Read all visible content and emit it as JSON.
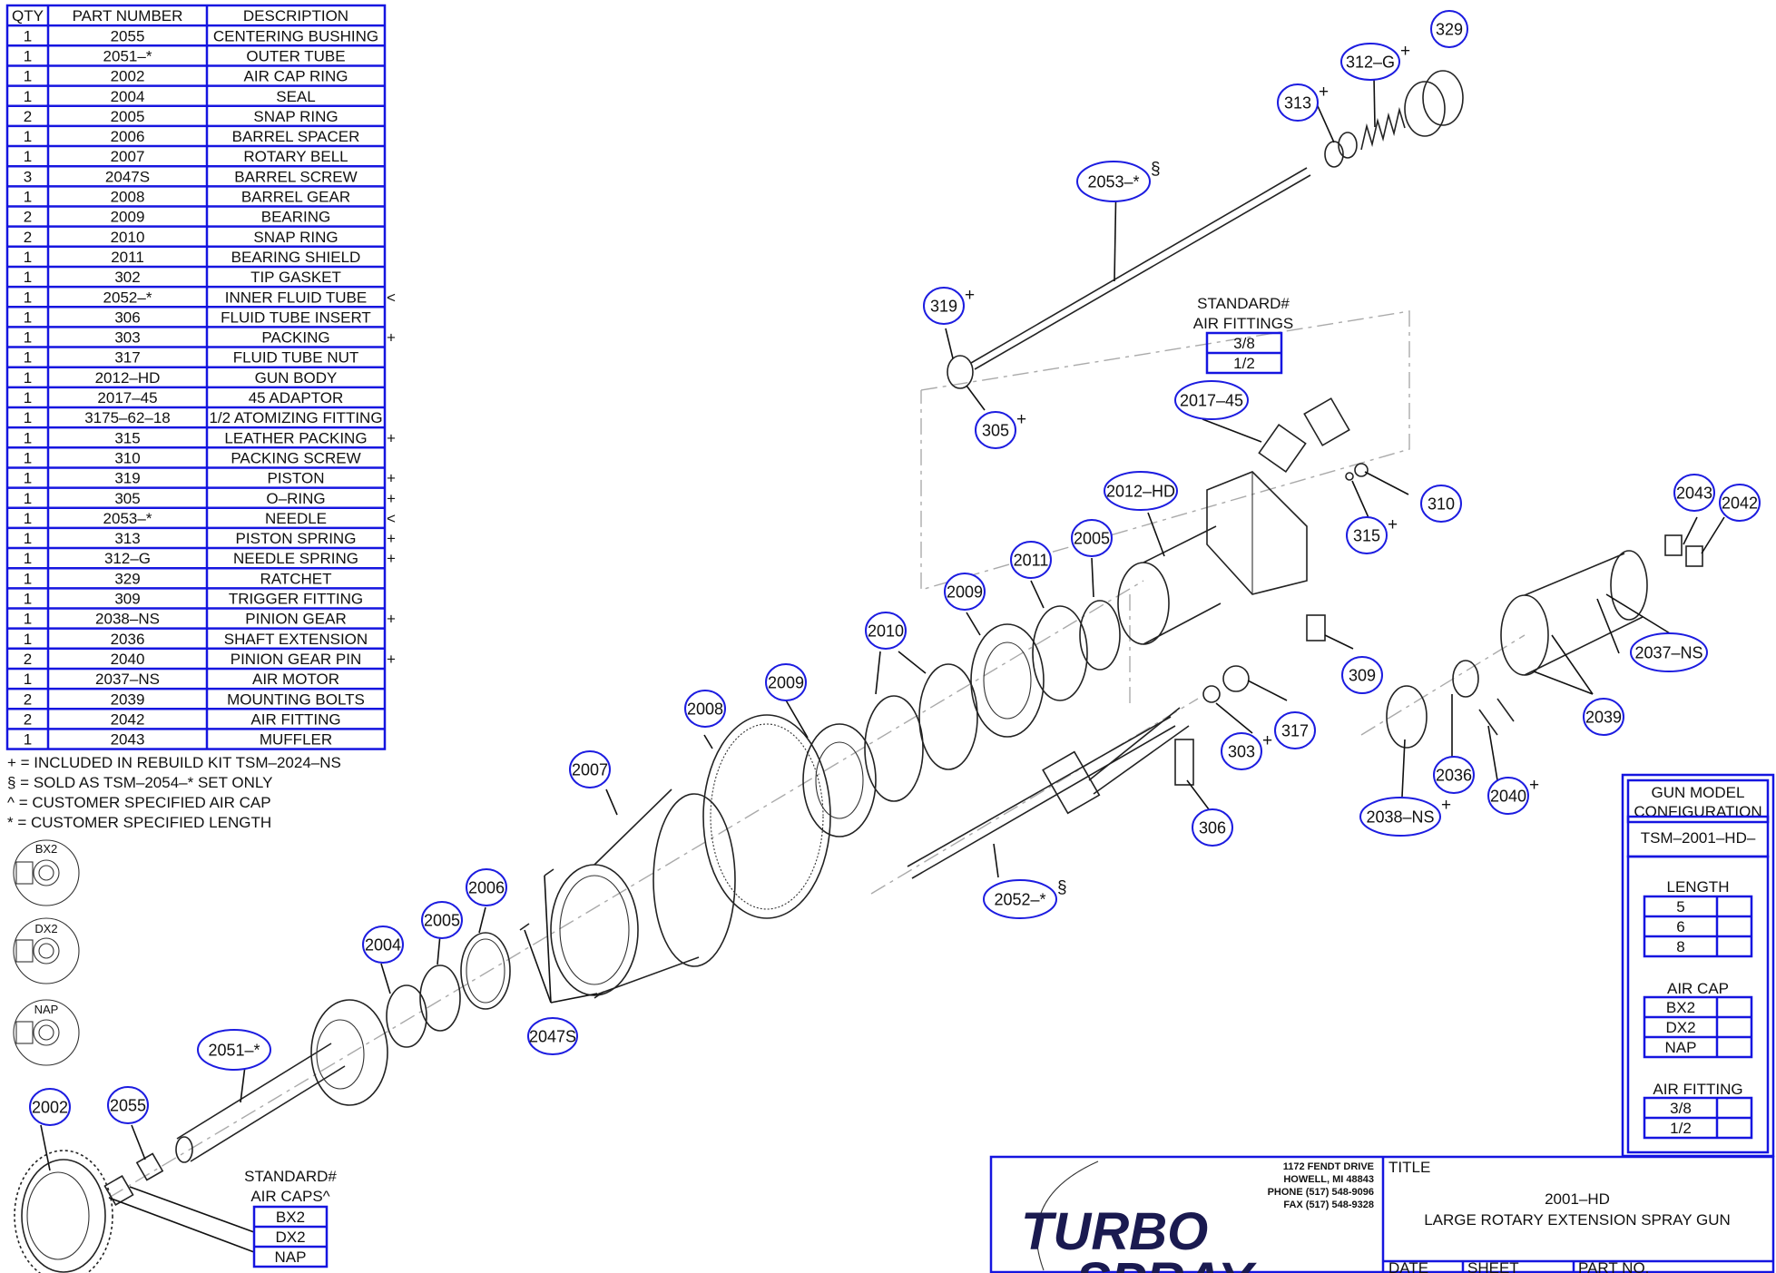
{
  "parts_list": {
    "headers": [
      "QTY",
      "PART NUMBER",
      "DESCRIPTION"
    ],
    "rows": [
      {
        "qty": "1",
        "part": "2055",
        "desc": "CENTERING BUSHING",
        "mark": ""
      },
      {
        "qty": "1",
        "part": "2051–*",
        "desc": "OUTER TUBE",
        "mark": ""
      },
      {
        "qty": "1",
        "part": "2002",
        "desc": "AIR CAP RING",
        "mark": ""
      },
      {
        "qty": "1",
        "part": "2004",
        "desc": "SEAL",
        "mark": ""
      },
      {
        "qty": "2",
        "part": "2005",
        "desc": "SNAP RING",
        "mark": ""
      },
      {
        "qty": "1",
        "part": "2006",
        "desc": "BARREL SPACER",
        "mark": ""
      },
      {
        "qty": "1",
        "part": "2007",
        "desc": "ROTARY BELL",
        "mark": ""
      },
      {
        "qty": "3",
        "part": "2047S",
        "desc": "BARREL SCREW",
        "mark": ""
      },
      {
        "qty": "1",
        "part": "2008",
        "desc": "BARREL GEAR",
        "mark": ""
      },
      {
        "qty": "2",
        "part": "2009",
        "desc": "BEARING",
        "mark": ""
      },
      {
        "qty": "2",
        "part": "2010",
        "desc": "SNAP RING",
        "mark": ""
      },
      {
        "qty": "1",
        "part": "2011",
        "desc": "BEARING SHIELD",
        "mark": ""
      },
      {
        "qty": "1",
        "part": "302",
        "desc": "TIP GASKET",
        "mark": ""
      },
      {
        "qty": "1",
        "part": "2052–*",
        "desc": "INNER FLUID TUBE",
        "mark": "<"
      },
      {
        "qty": "1",
        "part": "306",
        "desc": "FLUID TUBE INSERT",
        "mark": ""
      },
      {
        "qty": "1",
        "part": "303",
        "desc": "PACKING",
        "mark": "+"
      },
      {
        "qty": "1",
        "part": "317",
        "desc": "FLUID TUBE NUT",
        "mark": ""
      },
      {
        "qty": "1",
        "part": "2012–HD",
        "desc": "GUN BODY",
        "mark": ""
      },
      {
        "qty": "1",
        "part": "2017–45",
        "desc": "45 ADAPTOR",
        "mark": ""
      },
      {
        "qty": "1",
        "part": "3175–62–18",
        "desc": "1/2 ATOMIZING FITTING",
        "mark": ""
      },
      {
        "qty": "1",
        "part": "315",
        "desc": "LEATHER PACKING",
        "mark": "+"
      },
      {
        "qty": "1",
        "part": "310",
        "desc": "PACKING SCREW",
        "mark": ""
      },
      {
        "qty": "1",
        "part": "319",
        "desc": "PISTON",
        "mark": "+"
      },
      {
        "qty": "1",
        "part": "305",
        "desc": "O–RING",
        "mark": "+"
      },
      {
        "qty": "1",
        "part": "2053–*",
        "desc": "NEEDLE",
        "mark": "<"
      },
      {
        "qty": "1",
        "part": "313",
        "desc": "PISTON SPRING",
        "mark": "+"
      },
      {
        "qty": "1",
        "part": "312–G",
        "desc": "NEEDLE SPRING",
        "mark": "+"
      },
      {
        "qty": "1",
        "part": "329",
        "desc": "RATCHET",
        "mark": ""
      },
      {
        "qty": "1",
        "part": "309",
        "desc": "TRIGGER FITTING",
        "mark": ""
      },
      {
        "qty": "1",
        "part": "2038–NS",
        "desc": "PINION GEAR",
        "mark": "+"
      },
      {
        "qty": "1",
        "part": "2036",
        "desc": "SHAFT EXTENSION",
        "mark": ""
      },
      {
        "qty": "2",
        "part": "2040",
        "desc": "PINION GEAR PIN",
        "mark": "+"
      },
      {
        "qty": "1",
        "part": "2037–NS",
        "desc": "AIR MOTOR",
        "mark": ""
      },
      {
        "qty": "2",
        "part": "2039",
        "desc": "MOUNTING BOLTS",
        "mark": ""
      },
      {
        "qty": "2",
        "part": "2042",
        "desc": "AIR FITTING",
        "mark": ""
      },
      {
        "qty": "1",
        "part": "2043",
        "desc": "MUFFLER",
        "mark": ""
      }
    ]
  },
  "notes": [
    "+  =  INCLUDED  IN  REBUILD  KIT  TSM–2024–NS",
    "§  =  SOLD  AS  TSM–2054–*  SET  ONLY",
    "^  =  CUSTOMER  SPECIFIED  AIR  CAP",
    "*  =  CUSTOMER  SPECIFIED  LENGTH"
  ],
  "air_cap_icons": [
    "BX2",
    "DX2",
    "NAP"
  ],
  "callouts": [
    {
      "id": "329",
      "label": "329",
      "suffix": ""
    },
    {
      "id": "312g",
      "label": "312–G",
      "suffix": "+"
    },
    {
      "id": "313",
      "label": "313",
      "suffix": "+"
    },
    {
      "id": "2053",
      "label": "2053–*",
      "suffix": "§"
    },
    {
      "id": "319",
      "label": "319",
      "suffix": "+"
    },
    {
      "id": "305",
      "label": "305",
      "suffix": "+"
    },
    {
      "id": "2017",
      "label": "2017–45",
      "suffix": ""
    },
    {
      "id": "2012",
      "label": "2012–HD",
      "suffix": ""
    },
    {
      "id": "310",
      "label": "310",
      "suffix": ""
    },
    {
      "id": "315",
      "label": "315",
      "suffix": "+"
    },
    {
      "id": "2043",
      "label": "2043",
      "suffix": ""
    },
    {
      "id": "2042",
      "label": "2042",
      "suffix": ""
    },
    {
      "id": "2005a",
      "label": "2005",
      "suffix": ""
    },
    {
      "id": "2011",
      "label": "2011",
      "suffix": ""
    },
    {
      "id": "2009a",
      "label": "2009",
      "suffix": ""
    },
    {
      "id": "2010",
      "label": "2010",
      "suffix": ""
    },
    {
      "id": "2009b",
      "label": "2009",
      "suffix": ""
    },
    {
      "id": "2008",
      "label": "2008",
      "suffix": ""
    },
    {
      "id": "2007",
      "label": "2007",
      "suffix": ""
    },
    {
      "id": "309",
      "label": "309",
      "suffix": ""
    },
    {
      "id": "317",
      "label": "317",
      "suffix": ""
    },
    {
      "id": "303",
      "label": "303",
      "suffix": "+"
    },
    {
      "id": "306",
      "label": "306",
      "suffix": ""
    },
    {
      "id": "2037",
      "label": "2037–NS",
      "suffix": ""
    },
    {
      "id": "2039",
      "label": "2039",
      "suffix": ""
    },
    {
      "id": "2036",
      "label": "2036",
      "suffix": ""
    },
    {
      "id": "2040",
      "label": "2040",
      "suffix": "+"
    },
    {
      "id": "2038",
      "label": "2038–NS",
      "suffix": "+"
    },
    {
      "id": "2052",
      "label": "2052–*",
      "suffix": "§"
    },
    {
      "id": "2006",
      "label": "2006",
      "suffix": ""
    },
    {
      "id": "2005b",
      "label": "2005",
      "suffix": ""
    },
    {
      "id": "2004",
      "label": "2004",
      "suffix": ""
    },
    {
      "id": "2047s",
      "label": "2047S",
      "suffix": ""
    },
    {
      "id": "2051",
      "label": "2051–*",
      "suffix": ""
    },
    {
      "id": "2002",
      "label": "2002",
      "suffix": ""
    },
    {
      "id": "2055",
      "label": "2055",
      "suffix": ""
    }
  ],
  "standard_air_fittings": {
    "title_1": "STANDARD#",
    "title_2": "AIR  FITTINGS",
    "options": [
      "3/8",
      "1/2"
    ]
  },
  "standard_air_caps": {
    "title_1": "STANDARD#",
    "title_2": "AIR  CAPS^",
    "options": [
      "BX2",
      "DX2",
      "NAP"
    ]
  },
  "gun_model_configuration": {
    "title_1": "GUN  MODEL",
    "title_2": "CONFIGURATION",
    "model": "TSM–2001–HD–",
    "length": {
      "title": "LENGTH",
      "options": [
        "5",
        "6",
        "8"
      ]
    },
    "air_cap": {
      "title": "AIR  CAP",
      "options": [
        "BX2",
        "DX2",
        "NAP"
      ]
    },
    "air_fitting": {
      "title": "AIR  FITTING",
      "options": [
        "3/8",
        "1/2"
      ]
    }
  },
  "title_block": {
    "address": [
      "1172 FENDT DRIVE",
      "HOWELL, MI 48843",
      "PHONE (517) 548-9096",
      "FAX (517) 548-9328"
    ],
    "logo_line_1": "TURBO",
    "logo_line_2": "SPRAY",
    "title_label": "TITLE",
    "drawing_number": "2001–HD",
    "drawing_title": "LARGE  ROTARY  EXTENSION  SPRAY  GUN",
    "date_label": "DATE",
    "sheet_label": "SHEET",
    "part_no_label": "PART  NO."
  },
  "colors": {
    "frame": "#1515e0",
    "bubble": "#1c1ce0",
    "ink": "#111111"
  }
}
